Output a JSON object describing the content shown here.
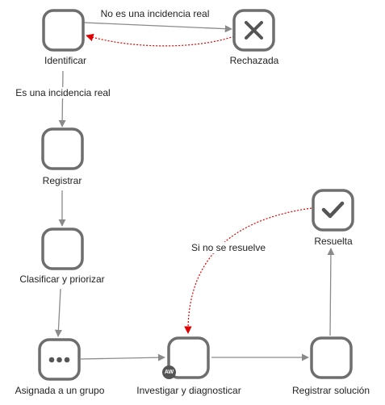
{
  "nodes": {
    "identificar": {
      "label": "Identificar",
      "icon": "empty"
    },
    "rechazada": {
      "label": "Rechazada",
      "icon": "x-mark-icon"
    },
    "registrar": {
      "label": "Registrar",
      "icon": "empty"
    },
    "clasificar": {
      "label": "Clasificar y priorizar",
      "icon": "empty"
    },
    "asignada": {
      "label": "Asignada a un grupo",
      "icon": "ellipsis-icon"
    },
    "investigar": {
      "label": "Investigar y diagnosticar",
      "icon": "empty",
      "assignee_badge": "AW"
    },
    "registrar_solucion": {
      "label": "Registrar solución",
      "icon": "empty"
    },
    "resuelta": {
      "label": "Resuelta",
      "icon": "checkmark-icon"
    }
  },
  "edges": {
    "no_incidencia": {
      "label": "No es una incidencia real"
    },
    "es_incidencia": {
      "label": "Es una incidencia real"
    },
    "no_resuelve": {
      "label": "Si no se resuelve"
    }
  },
  "colors": {
    "node_stroke": "#6e6e6e",
    "arrow": "#8a8a8a",
    "return_arrow": "#e00000"
  }
}
